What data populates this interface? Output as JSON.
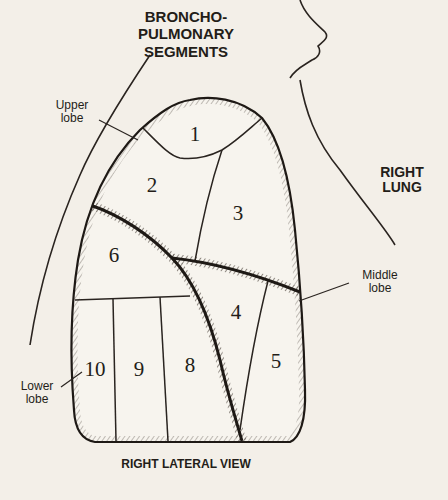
{
  "diagram": {
    "title": "BRONCHO- PULMONARY SEGMENTS",
    "caption": "RIGHT LATERAL VIEW",
    "labels": [
      "Upper lobe",
      "RIGHT LUNG",
      "1",
      "2",
      "3",
      "6",
      "Middle lobe",
      "4",
      "10",
      "9",
      "8",
      "5",
      "Lower lobe"
    ]
  }
}
